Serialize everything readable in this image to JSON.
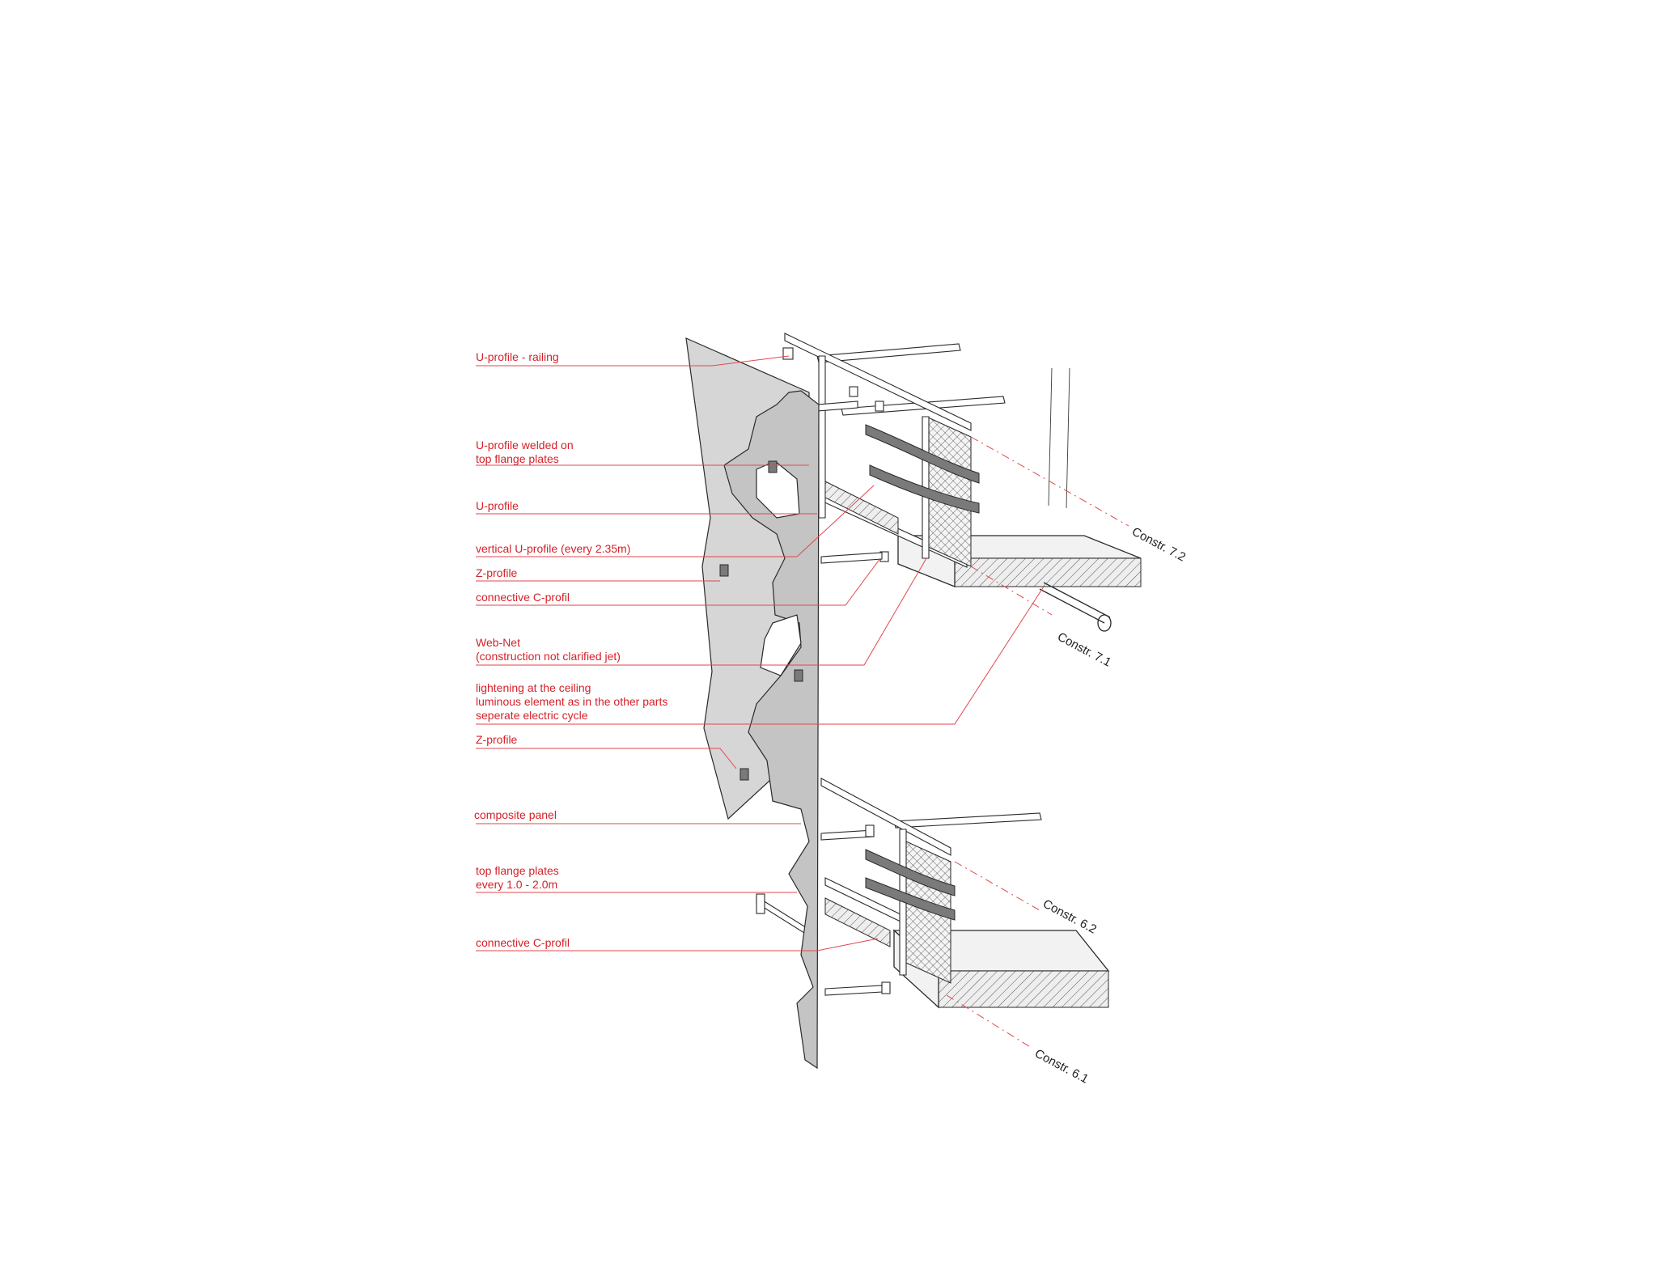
{
  "colors": {
    "label": "#d4222a",
    "leader": "#e2474d",
    "ink": "#2a2a2a",
    "panel": "#d6d6d6"
  },
  "labels": {
    "u_profile_railing": "U-profile - railing",
    "u_profile_welded_1": "U-profile welded on",
    "u_profile_welded_2": "top flange plates",
    "u_profile": "U-profile",
    "vertical_u_profile": "vertical U-profile (every 2.35m)",
    "z_profile_top": "Z-profile",
    "connective_c_top": "connective C-profil",
    "web_net_1": "Web-Net",
    "web_net_2": "(construction not clarified jet)",
    "lightening_1": "lightening at the ceiling",
    "lightening_2": "luminous element as in the other parts",
    "lightening_3": "seperate electric cycle",
    "z_profile_mid": "Z-profile",
    "composite_panel": "composite panel",
    "top_flange_1": "top flange plates",
    "top_flange_2": "every 1.0 - 2.0m",
    "connective_c_bottom": "connective C-profil"
  },
  "constructions": {
    "c72": "Constr. 7.2",
    "c71": "Constr. 7.1",
    "c62": "Constr. 6.2",
    "c61": "Constr. 6.1"
  }
}
